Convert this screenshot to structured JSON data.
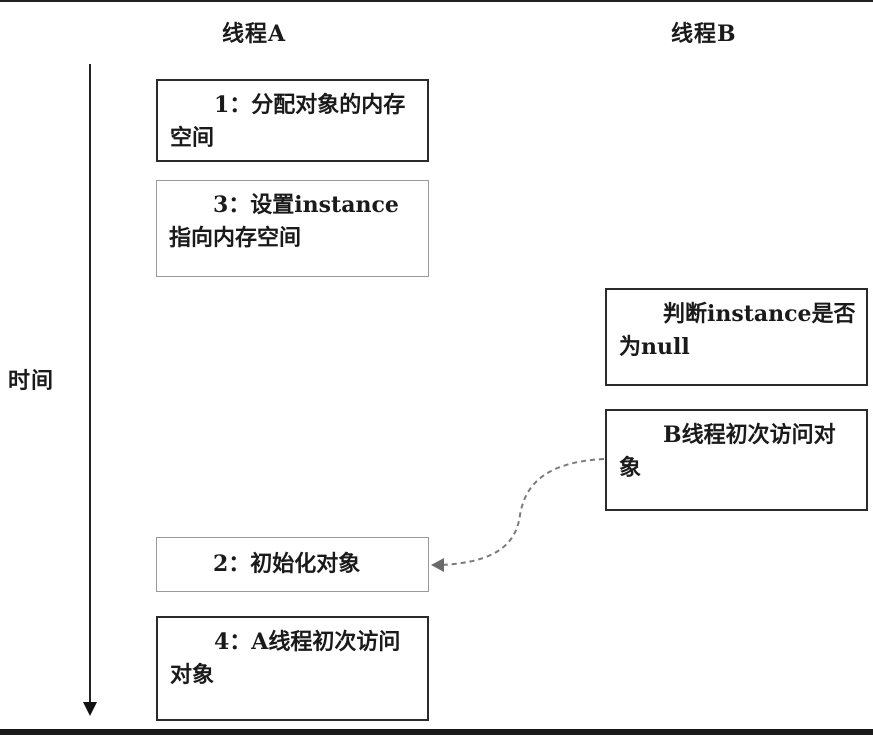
{
  "headers": {
    "thread_a": "线程A",
    "thread_b": "线程B"
  },
  "axis": {
    "label": "时间"
  },
  "thread_a_steps": {
    "step1": "1：分配对象的内存空间",
    "step3": "3：设置instance指向内存空间",
    "step2": "2：初始化对象",
    "step4": "4：A线程初次访问对象"
  },
  "thread_b_steps": {
    "judge": "判断instance是否为null",
    "access": "B线程初次访问对象"
  },
  "colors": {
    "border": "#2b2b2b",
    "faint_border": "#9a9a9a",
    "arrow": "#7a7a7a"
  }
}
